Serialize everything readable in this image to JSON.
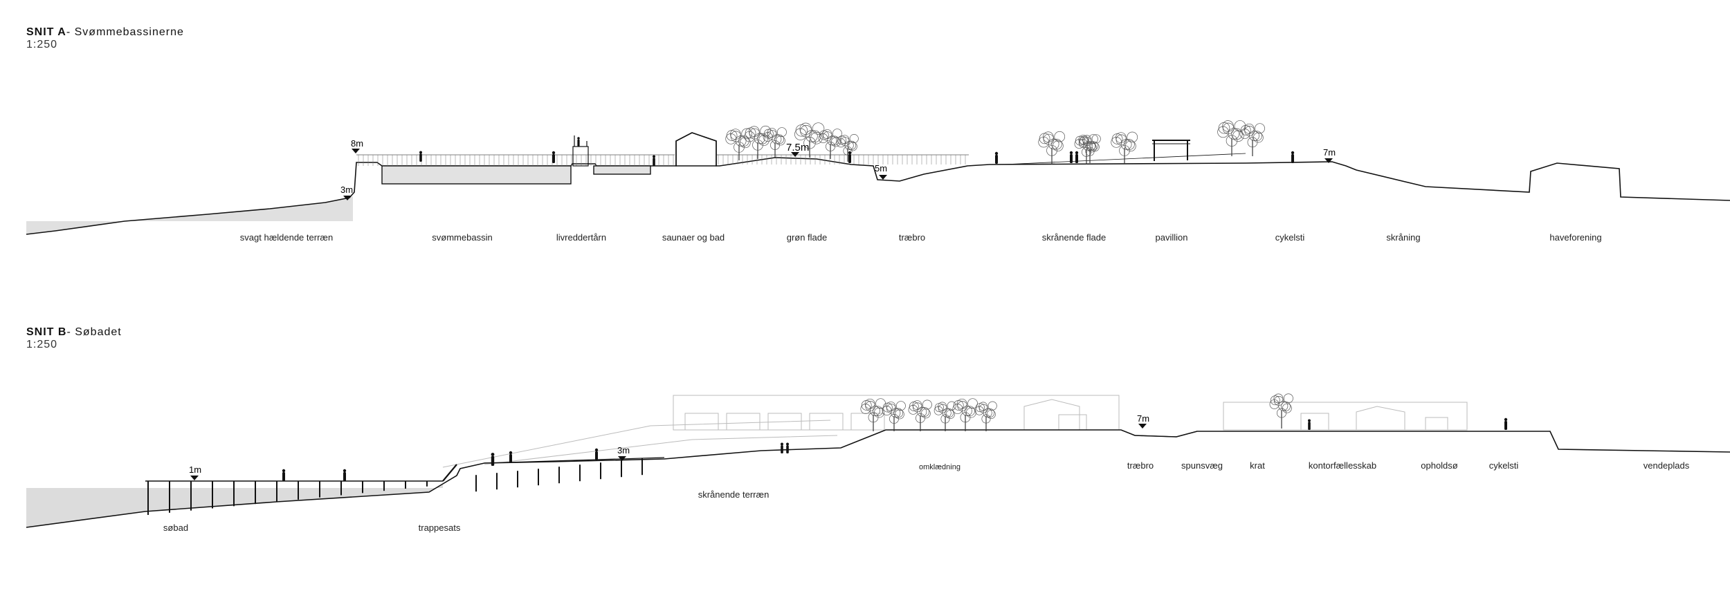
{
  "section_a": {
    "title_bold": "SNIT A",
    "title_rest": "- Svømmebassinerne",
    "scale": "1:250",
    "levels": [
      "8m",
      "3m",
      "7.5m",
      "5m",
      "7m"
    ],
    "labels": [
      "svagt hældende terræn",
      "svømmebassin",
      "livreddertårn",
      "saunaer og bad",
      "grøn flade",
      "træbro",
      "skrånende flade",
      "pavillion",
      "cykelsti",
      "skråning",
      "haveforening"
    ]
  },
  "section_b": {
    "title_bold": "SNIT B",
    "title_rest": "- Søbadet",
    "scale": "1:250",
    "levels": [
      "1m",
      "3m",
      "7m"
    ],
    "labels": [
      "søbad",
      "trappesats",
      "skrånende terræn",
      "omklædning",
      "træbro",
      "spunsvæg",
      "krat",
      "kontorfællesskab",
      "opholdsø",
      "cykelsti",
      "vendeplads"
    ]
  },
  "colors": {
    "ink": "#111111",
    "water": "#d9d9d9",
    "ghost": "#c8c8c8",
    "tree": "#3a3a3a"
  }
}
